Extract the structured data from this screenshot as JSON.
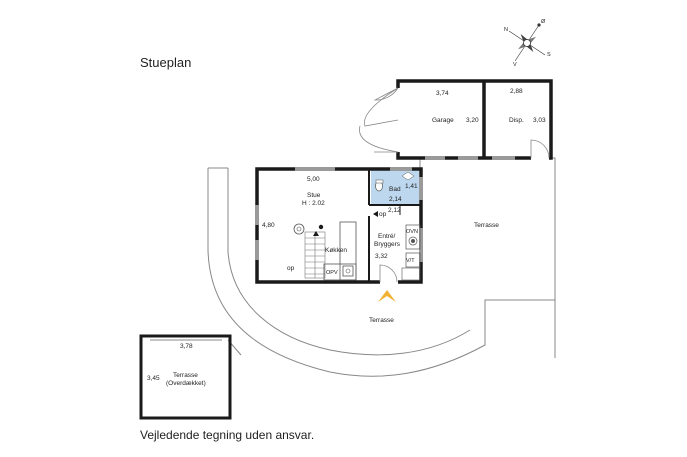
{
  "plan": {
    "title": "Stueplan",
    "disclaimer": "Vejledende tegning uden ansvar."
  },
  "rooms": {
    "garage": {
      "name": "Garage",
      "width": "3,74",
      "depth": "3,20"
    },
    "disp": {
      "name": "Disp.",
      "width": "2,88",
      "depth": "3,03"
    },
    "stue": {
      "name": "Stue",
      "height": "H : 2.02",
      "width": "5,00",
      "depth": "4,80",
      "kitchen": "Køkken",
      "op": "op",
      "opv": "OPV"
    },
    "bad": {
      "name": "Bad",
      "depth": "1,41",
      "width": "2,14"
    },
    "entre": {
      "name_line1": "Entré/",
      "name_line2": "Bryggers",
      "width": "2,12",
      "depth": "3,32",
      "ovn": "OVN",
      "vt": "V/T",
      "op": "op"
    },
    "terrasse_right": {
      "name": "Terrasse"
    },
    "terrasse_front": {
      "name": "Terrasse"
    },
    "terrasse_covered": {
      "name_line1": "Terrasse",
      "name_line2": "(Overdækket)",
      "width": "3,78",
      "depth": "3,45"
    }
  },
  "compass": {
    "n": "N",
    "s": "S",
    "v": "V",
    "o": "Ø"
  },
  "colors": {
    "walls": "#1a1a1a",
    "bathroom": "#bcd7ee",
    "entrance_arrow": "#f2b233",
    "windows": "#9a9a9a",
    "thin_lines": "#888888"
  }
}
